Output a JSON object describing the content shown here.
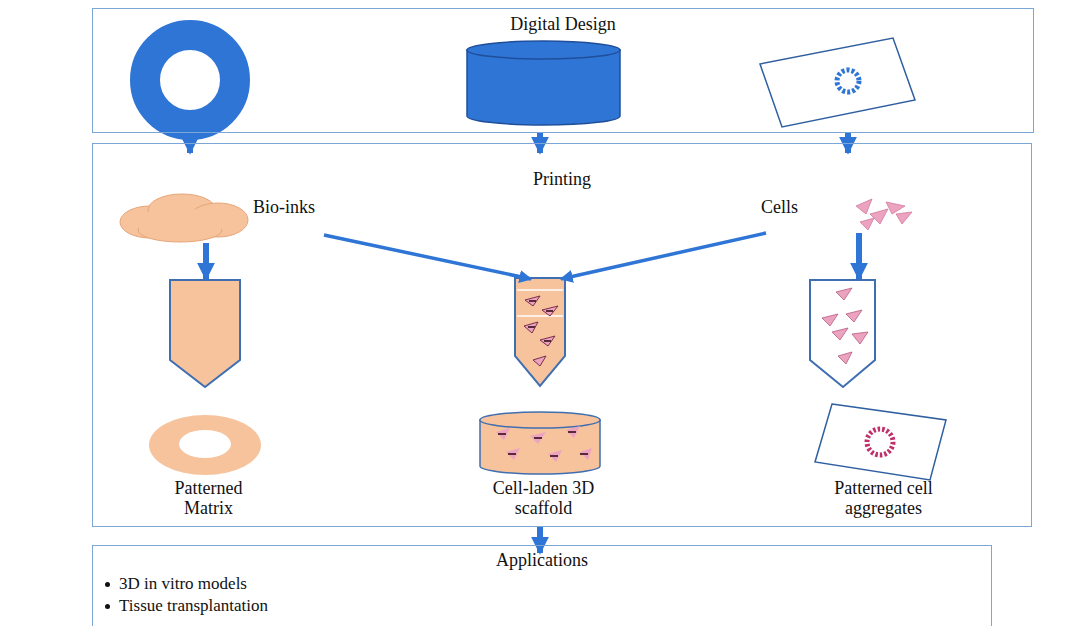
{
  "diagram": {
    "nodes": [
      {
        "text": [
          "Digital Design"
        ]
      },
      {
        "text": [
          "Printing"
        ]
      },
      {
        "text": [
          "Applications",
          "3D in vitro models",
          "Tissue transplantation"
        ]
      },
      {
        "text": [
          "Bio-inks"
        ],
        "in": 1
      },
      {
        "text": [
          "Cells"
        ],
        "in": 1
      },
      {
        "text": [
          "Patterned Matrix"
        ],
        "in": 1
      },
      {
        "text": [
          "Cell-laden 3D scaffold"
        ],
        "in": 1
      },
      {
        "text": [
          "Patterned cell aggregates"
        ],
        "in": 1
      }
    ],
    "edges": [
      {
        "from": 0,
        "to": 1,
        "arrow": "to"
      },
      {
        "from": 0,
        "to": 1,
        "arrow": "to"
      },
      {
        "from": 0,
        "to": 1,
        "arrow": "to"
      },
      {
        "from": 3,
        "to": 5,
        "arrow": "to"
      },
      {
        "from": 3,
        "to": 6,
        "arrow": "to"
      },
      {
        "from": 4,
        "to": 6,
        "arrow": "to"
      },
      {
        "from": 4,
        "to": 7,
        "arrow": "to"
      },
      {
        "from": 1,
        "to": 2,
        "arrow": "to"
      }
    ]
  }
}
